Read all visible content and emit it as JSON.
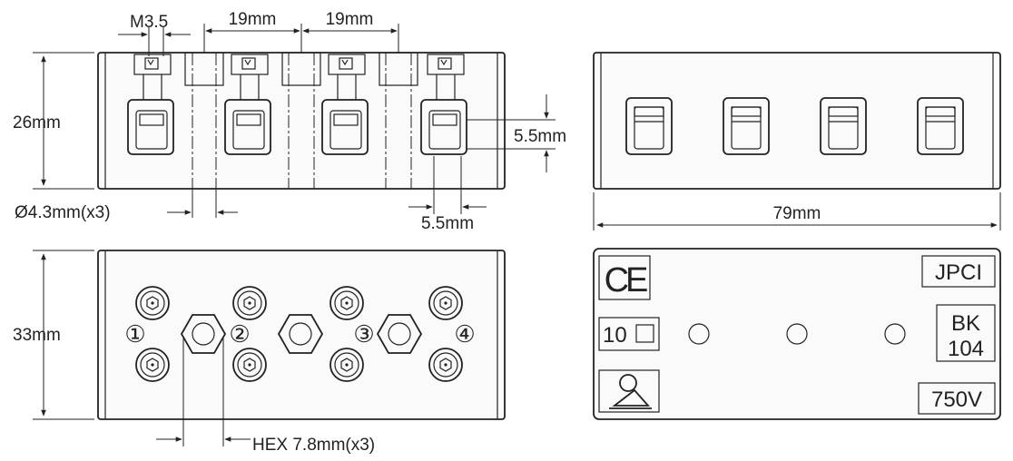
{
  "dimensions": {
    "screw": "M3.5",
    "pitch_a": "19mm",
    "pitch_b": "19mm",
    "height": "26mm",
    "hole": "Ø4.3mm(x3)",
    "slot_h": "5.5mm",
    "slot_w": "5.5mm",
    "length": "79mm",
    "depth": "33mm",
    "hex": "HEX 7.8mm(x3)"
  },
  "positions": [
    "①",
    "②",
    "③",
    "④"
  ],
  "markings": {
    "ce": "CE",
    "brand": "JPCI",
    "amp": "10",
    "model_line1": "BK",
    "model_line2": "104",
    "voltage": "750V"
  }
}
